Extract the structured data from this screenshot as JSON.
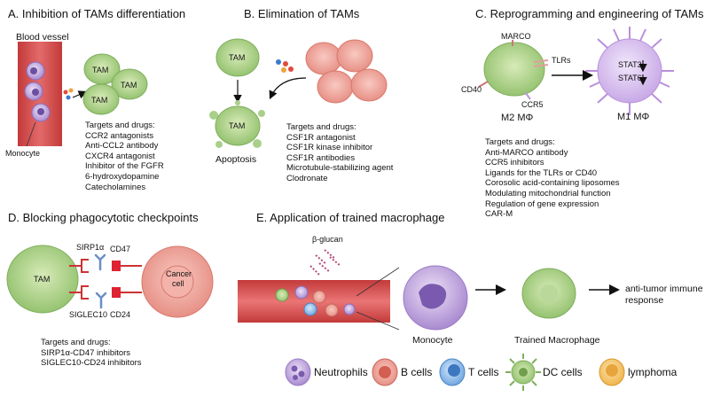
{
  "panels": {
    "a": {
      "title": "A. Inhibition of TAMs differentiation",
      "blood_vessel": "Blood vessel",
      "tam_label": "TAM",
      "monocyte": "Monocyte",
      "targets_title": "Targets and drugs:",
      "targets": [
        "CCR2 antagonists",
        "Anti-CCL2 antibody",
        "CXCR4 antagonist",
        "Inhibitor of the FGFR",
        "6-hydroxydopamine",
        "Catecholamines"
      ]
    },
    "b": {
      "title": "B. Elimination of TAMs",
      "tam_label": "TAM",
      "apoptosis": "Apoptosis",
      "targets_title": "Targets and drugs:",
      "targets": [
        "CSF1R antagonist",
        "CSF1R kinase inhibitor",
        "CSF1R antibodies",
        "Microtubule-stabilizing agent",
        "Clodronate"
      ]
    },
    "c": {
      "title": "C. Reprogramming and engineering of TAMs",
      "marco": "MARCO",
      "tlrs": "TLRs",
      "cd40": "CD40",
      "ccr5": "CCR5",
      "m2": "M2 MΦ",
      "m1": "M1 MΦ",
      "stat3": "STAT3",
      "stat6": "STAT6",
      "targets_title": "Targets and drugs:",
      "targets": [
        "Anti-MARCO antibody",
        "CCR5 inhibitors",
        "Ligands for the TLRs or CD40",
        "Corosolic acid-containing liposomes",
        "Modulating mitochondrial function",
        "Regulation of gene expression",
        "CAR-M"
      ]
    },
    "d": {
      "title": "D. Blocking phagocytotic checkpoints",
      "tam_label": "TAM",
      "sirp1a": "SIRP1α",
      "cd47": "CD47",
      "siglec10": "SIGLEC10",
      "cd24": "CD24",
      "cancer1": "Cancer",
      "cancer2": "cell",
      "targets_title": "Targets and drugs:",
      "targets": [
        "SIRP1α-CD47 inhibitors",
        "SIGLEC10-CD24 inhibitors"
      ]
    },
    "e": {
      "title": "E. Application of trained macrophage",
      "beta_glucan": "β-glucan",
      "monocyte": "Monocyte",
      "trained": "Trained Macrophage",
      "antitumor1": "anti-tumor immune",
      "antitumor2": "response"
    }
  },
  "legend": [
    {
      "label": "Neutrophils",
      "color": "#b79bd6"
    },
    {
      "label": "B cells",
      "color": "#e47a6e"
    },
    {
      "label": "T cells",
      "color": "#6fa6e0"
    },
    {
      "label": "DC cells",
      "color": "#8fbf6a"
    },
    {
      "label": "lymphoma",
      "color": "#f0b44a"
    }
  ]
}
